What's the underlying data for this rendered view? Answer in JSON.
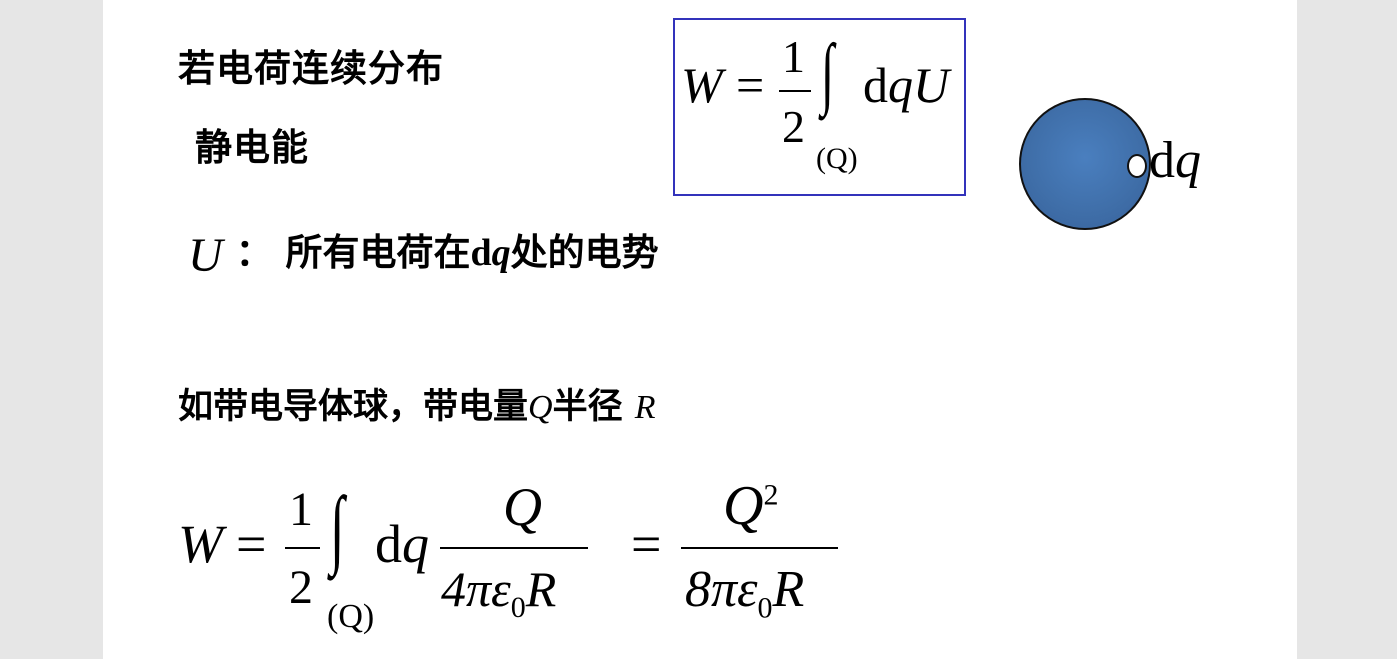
{
  "slide": {
    "heading_line1": "若电荷连续分布",
    "heading_line2": "静电能",
    "boxed_formula": {
      "lhs": "W",
      "eq": "=",
      "frac_num": "1",
      "frac_den": "2",
      "integral": "∫",
      "domain": "(Q)",
      "integrand": "dq",
      "integrand_var": "U",
      "latex": "W = \\frac{1}{2}\\int_{(Q)} \\mathrm{d}q\\, U"
    },
    "diagram": {
      "sphere_color": "#4a7fbf",
      "label_d": "d",
      "label_q": "q"
    },
    "definition": {
      "symbol": "U",
      "colon": "：",
      "text_before": "所有电荷在",
      "dq": "dq",
      "text_after": "处的电势"
    },
    "example": {
      "text1": "如带电导体球，带电量",
      "Q": "Q",
      "text2": "半径",
      "R": "R"
    },
    "result_formula": {
      "lhs": "W",
      "eq1": "=",
      "frac1_num": "1",
      "frac1_den": "2",
      "integral": "∫",
      "domain": "(Q)",
      "dq": "dq",
      "frac2_num": "Q",
      "frac2_den_a": "4πε",
      "frac2_den_sub": "0",
      "frac2_den_b": "R",
      "eq2": "=",
      "frac3_num": "Q",
      "frac3_num_sup": "2",
      "frac3_den_a": "8πε",
      "frac3_den_sub": "0",
      "frac3_den_b": "R",
      "latex": "W = \\frac{1}{2}\\int_{(Q)} \\mathrm{d}q \\frac{Q}{4\\pi\\varepsilon_0 R} = \\frac{Q^2}{8\\pi\\varepsilon_0 R}"
    }
  },
  "colors": {
    "background": "#e6e6e6",
    "slide": "#ffffff",
    "box_border": "#3333bb",
    "text": "#000000"
  }
}
